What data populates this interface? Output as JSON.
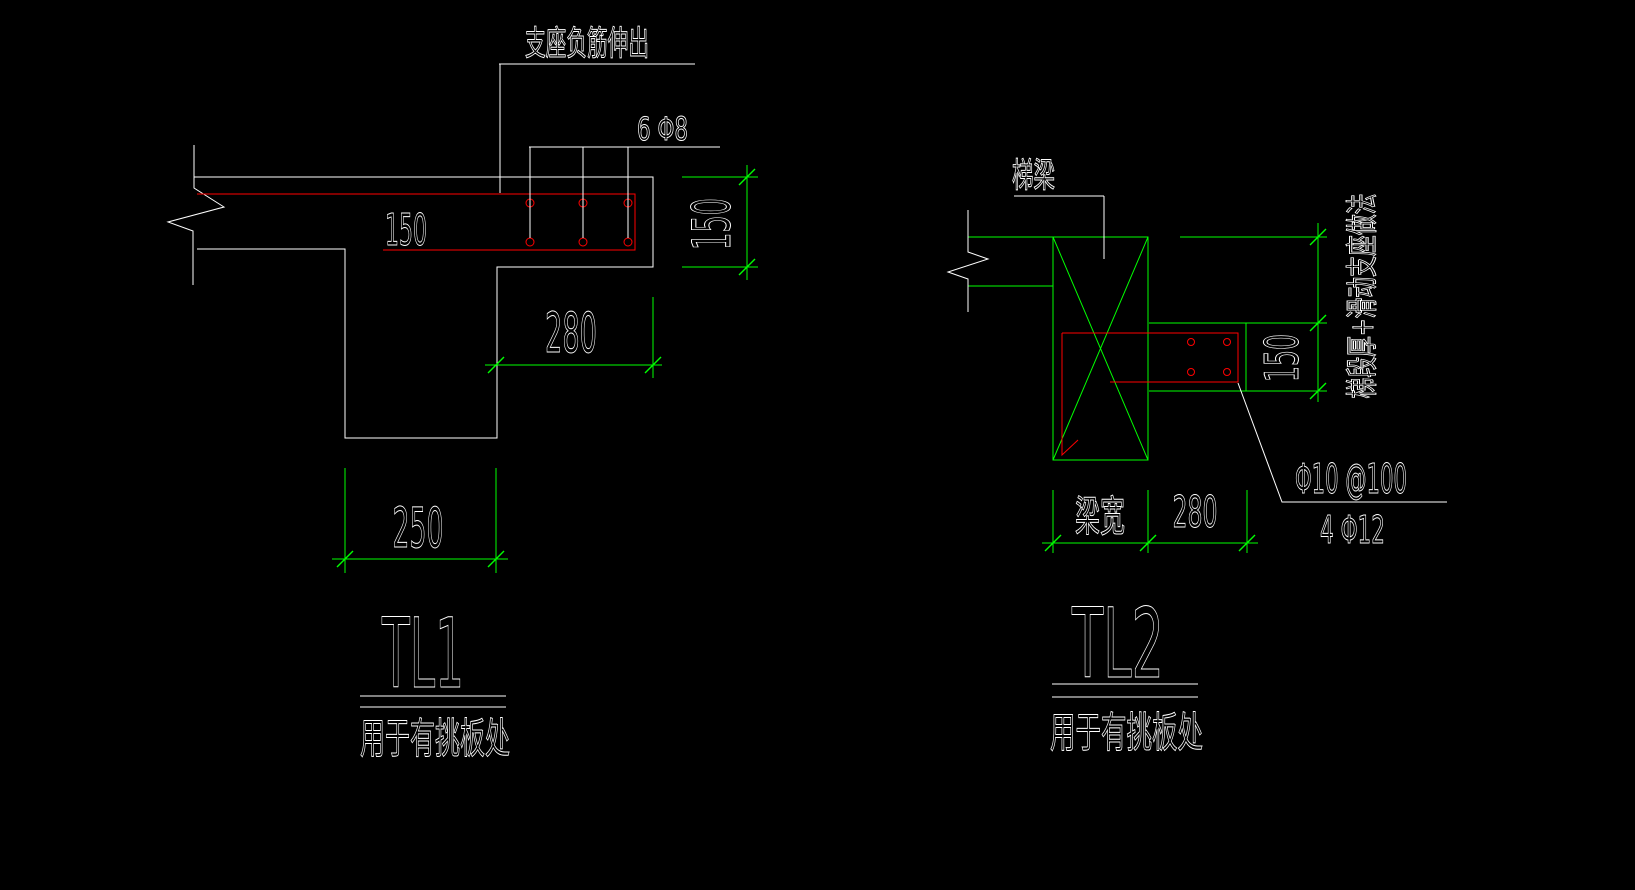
{
  "colors": {
    "background": "#000000",
    "outline": "#ffffff",
    "rebar": "#ff0000",
    "dimension": "#00ff00"
  },
  "tl1": {
    "top_callout": "支座负筋伸出",
    "top_bars_label": "6 Φ8",
    "slab_dim": "150",
    "edge_depth_dim": "150",
    "overhang_dim": "280",
    "beam_width_dim": "250",
    "title": "TL1",
    "subtitle": "用于有挑板处"
  },
  "tl2": {
    "beam_callout": "梯梁",
    "side_note": "梯段厚+滑动支座做法",
    "depth_dim": "150",
    "stirrup_label": "Φ10 @100",
    "bottom_bars_label": "4 Φ12",
    "beam_width_label": "梁宽",
    "width_dim": "280",
    "title": "TL2",
    "subtitle": "用于有挑板处"
  }
}
